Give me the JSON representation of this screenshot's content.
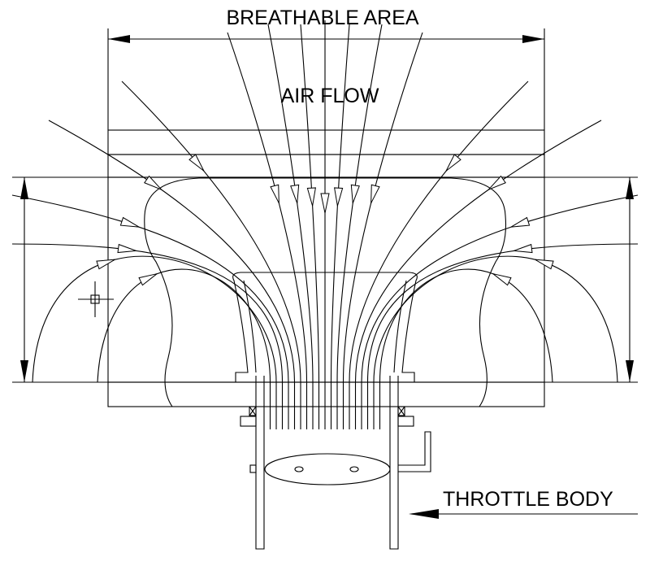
{
  "labels": {
    "breathable_area": "BREATHABLE AREA",
    "air_flow": "AIR FLOW",
    "throttle_body": "THROTTLE BODY"
  },
  "colors": {
    "line": "#000000",
    "background": "#ffffff"
  }
}
